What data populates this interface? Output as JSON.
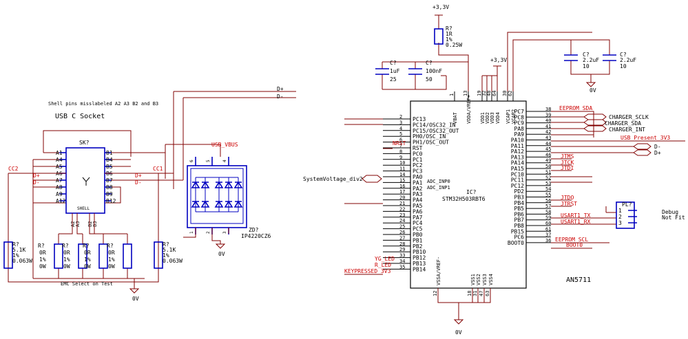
{
  "power": {
    "v33": "+3,3V",
    "v0": "0V"
  },
  "usb": {
    "note": "Shell pins misslabeled A2 A3 B2 and B3",
    "title": "USB C Socket",
    "refdes": "SK?",
    "shell": "SHELL",
    "left_pins": [
      "A1",
      "A4",
      "A5",
      "A6",
      "A7",
      "A8",
      "A9",
      "A12"
    ],
    "right_pins": [
      "B1",
      "B4",
      "B5",
      "B6",
      "B7",
      "B8",
      "B9",
      "B12"
    ],
    "bottom_pins": [
      "A2",
      "A3",
      "B2",
      "B3"
    ],
    "dp": "D+",
    "dm": "D-",
    "cc1": "CC1",
    "cc2": "CC2",
    "vbus": "USB_VBUS"
  },
  "emc": "EMC Select on Test",
  "resistors": {
    "r_cc2": {
      "ref": "R?",
      "v1": "5.1K",
      "v2": "1%",
      "v3": "0.063W"
    },
    "r_cc1": {
      "ref": "R?",
      "v1": "5.1K",
      "v2": "1%",
      "v3": "0.063W"
    },
    "r_emc": [
      {
        "ref": "R?",
        "v1": "0R",
        "v2": "1%",
        "v3": "0W"
      },
      {
        "ref": "R?",
        "v1": "0R",
        "v2": "1%",
        "v3": "0W"
      },
      {
        "ref": "R?",
        "v1": "0R",
        "v2": "1%",
        "v3": "0W"
      },
      {
        "ref": "R?",
        "v1": "0R",
        "v2": "1%",
        "v3": "0W"
      }
    ],
    "r_top": {
      "ref": "R?",
      "v1": "1R",
      "v2": "1%",
      "v3": "0.25W"
    }
  },
  "caps": {
    "c1": {
      "ref": "C?",
      "v1": "1uF",
      "v2": "25"
    },
    "c2": {
      "ref": "C?",
      "v1": "100nF",
      "v2": "50"
    },
    "c3": {
      "ref": "C?",
      "v1": "2.2uF",
      "v2": "10"
    },
    "c4": {
      "ref": "C?",
      "v1": "2.2uF",
      "v2": "10"
    }
  },
  "esd": {
    "ref": "ZD?",
    "part": "IP4220CZ6",
    "pins_top": [
      "6",
      "5",
      "4"
    ],
    "pins_bot": [
      "1",
      "2",
      "3"
    ]
  },
  "mcu": {
    "ref": "IC?",
    "part": "STM32H503RBT6",
    "footnote": "AN5711",
    "top_pins": [
      {
        "num": "1",
        "name": "VBAT"
      },
      {
        "num": "13",
        "name": "VDDA/VREF+"
      },
      {
        "num": "19",
        "name": "VDD1"
      },
      {
        "num": "32",
        "name": "VDD2"
      },
      {
        "num": "48",
        "name": "VDD3"
      },
      {
        "num": "64",
        "name": "VDD4"
      },
      {
        "num": "30",
        "name": "VCAP1"
      },
      {
        "num": "62",
        "name": "VCAP2"
      }
    ],
    "bottom_pins": [
      {
        "num": "12",
        "name": "VSSA/VREF-"
      },
      {
        "num": "18",
        "name": "VSS1"
      },
      {
        "num": "31",
        "name": "VSS2"
      },
      {
        "num": "47",
        "name": "VSS3"
      },
      {
        "num": "63",
        "name": "VSS4"
      }
    ],
    "left_pins": [
      {
        "num": "2",
        "name": "PC13"
      },
      {
        "num": "3",
        "name": "PC14/OSC32_IN"
      },
      {
        "num": "4",
        "name": "PC15/OSC32_OUT"
      },
      {
        "num": "5",
        "name": "PH0/OSC_IN"
      },
      {
        "num": "6",
        "name": "PH1/OSC_OUT"
      },
      {
        "num": "7",
        "name": "RST"
      },
      {
        "num": "8",
        "name": "PC0"
      },
      {
        "num": "9",
        "name": "PC1"
      },
      {
        "num": "10",
        "name": "PC2"
      },
      {
        "num": "11",
        "name": "PC3"
      },
      {
        "num": "14",
        "name": "PA0"
      },
      {
        "num": "15",
        "name": "PA1"
      },
      {
        "num": "16",
        "name": "PA2"
      },
      {
        "num": "17",
        "name": "PA3"
      },
      {
        "num": "20",
        "name": "PA4"
      },
      {
        "num": "21",
        "name": "PA5"
      },
      {
        "num": "22",
        "name": "PA6"
      },
      {
        "num": "23",
        "name": "PA7"
      },
      {
        "num": "24",
        "name": "PC4"
      },
      {
        "num": "25",
        "name": "PC5"
      },
      {
        "num": "26",
        "name": "PB0"
      },
      {
        "num": "27",
        "name": "PB1"
      },
      {
        "num": "28",
        "name": "PB2"
      },
      {
        "num": "29",
        "name": "PB10"
      },
      {
        "num": "33",
        "name": "PB12"
      },
      {
        "num": "34",
        "name": "PB13"
      },
      {
        "num": "35",
        "name": "PB14"
      }
    ],
    "adc_labels": [
      "ADC_INP0",
      "ADC_INP1"
    ],
    "right_pins": [
      {
        "num": "38",
        "name": "PC7"
      },
      {
        "num": "39",
        "name": "PC8"
      },
      {
        "num": "40",
        "name": "PC9"
      },
      {
        "num": "41",
        "name": "PA8"
      },
      {
        "num": "42",
        "name": "PA9"
      },
      {
        "num": "43",
        "name": "PA10"
      },
      {
        "num": "44",
        "name": "PA11"
      },
      {
        "num": "45",
        "name": "PA12"
      },
      {
        "num": "46",
        "name": "PA13"
      },
      {
        "num": "49",
        "name": "PA14"
      },
      {
        "num": "50",
        "name": "PA15"
      },
      {
        "num": "51",
        "name": "PC10"
      },
      {
        "num": "52",
        "name": "PC11"
      },
      {
        "num": "53",
        "name": "PC12"
      },
      {
        "num": "54",
        "name": "PD2"
      },
      {
        "num": "55",
        "name": "PB3"
      },
      {
        "num": "56",
        "name": "PB4"
      },
      {
        "num": "57",
        "name": "PB5"
      },
      {
        "num": "58",
        "name": "PB6"
      },
      {
        "num": "59",
        "name": "PB7"
      },
      {
        "num": "60",
        "name": "PB8"
      },
      {
        "num": "61",
        "name": "PB15"
      },
      {
        "num": "37",
        "name": "PC6"
      },
      {
        "num": "36",
        "name": "BOOT0"
      }
    ]
  },
  "nets": {
    "nrst": "NRST",
    "sysv": "SystemVoltage_div2",
    "yg_led": "YG_LED",
    "r_led": "R_LED",
    "keypressed": "KEYPRESSED_3V3",
    "eeprom_sda": "EEPROM_SDA",
    "charger_sclk": "CHARGER_SCLK",
    "charger_sda": "CHARGER_SDA",
    "charger_int": "CHARGER_INT",
    "usb_present": "USB_Present_3V3",
    "dm": "D-",
    "dp": "D+",
    "jtms": "JTMS",
    "jtck": "JTCK",
    "jtdi": "JTDI",
    "jtdo": "JTDO",
    "jtrst": "JTRST",
    "usart_tx": "USART1_TX",
    "usart_rx": "USART1_RX",
    "eeprom_scl": "EEPROM_SCL",
    "boot0": "BOOT0"
  },
  "debug": {
    "ref": "PL?",
    "label1": "Debug",
    "label2": "Not Fit",
    "pins": [
      "1",
      "2",
      "3"
    ]
  }
}
